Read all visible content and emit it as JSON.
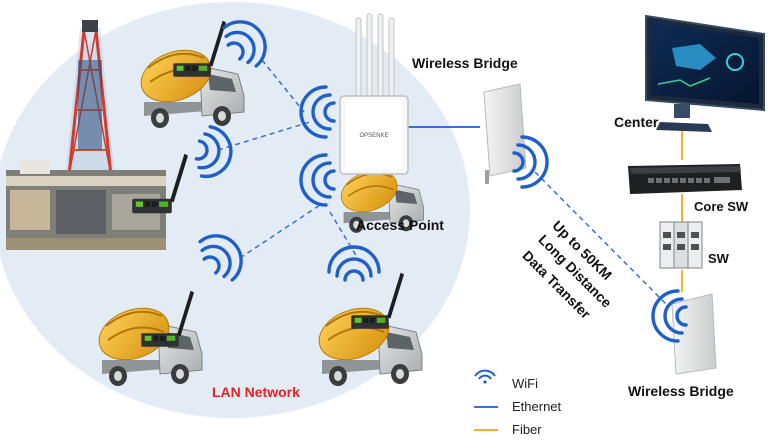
{
  "labels": {
    "wireless_bridge_top": "Wireless Bridge",
    "wireless_bridge_bottom": "Wireless Bridge",
    "access_point": "Access Point",
    "center": "Center",
    "core_sw": "Core SW",
    "sw": "SW",
    "lan_network": "LAN Network",
    "link_line1": "Up to 50KM",
    "link_line2": "Long Distance",
    "link_line3": "Data Transfer",
    "ap_brand": "OPSENKE"
  },
  "legend": {
    "wifi": "WiFi",
    "ethernet": "Ethernet",
    "fiber": "Fiber"
  },
  "colors": {
    "lan_ellipse": "#e3ebf5",
    "wifi_blue": "#1f5fc9",
    "ethernet_blue": "#3b6fd1",
    "fiber_orange": "#f3b22f",
    "lan_red": "#e32424",
    "truck_drum_yellow": "#f0b21c",
    "truck_cab_grey": "#c9cccd"
  },
  "icons": {
    "wifi": "wifi-signal-icon",
    "truck": "mixer-truck-icon",
    "router": "industrial-router-icon",
    "rig": "oil-rig-icon",
    "ap": "access-point-icon",
    "bridge": "panel-antenna-icon",
    "monitor": "monitor-icon",
    "switch": "network-switch-icon"
  }
}
